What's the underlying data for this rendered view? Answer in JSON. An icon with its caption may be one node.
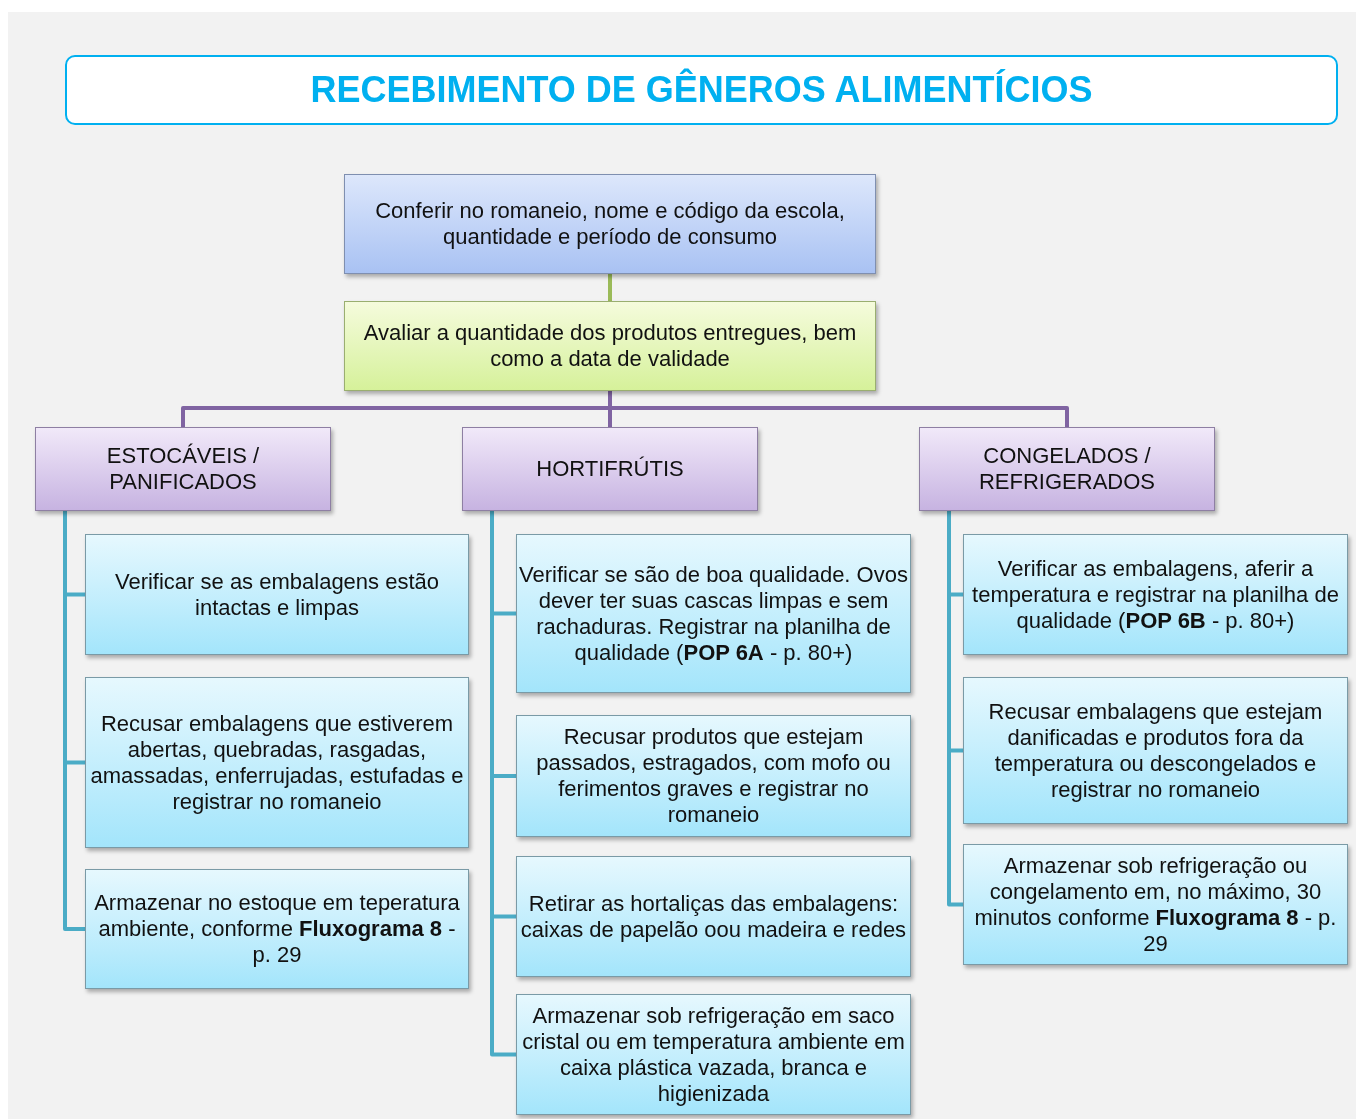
{
  "diagram": {
    "title": "RECEBIMENTO DE GÊNEROS ALIMENTÍCIOS",
    "nodes": [
      {
        "text": [
          "Conferir no romaneio, nome e código da escola, quantidade e período de consumo"
        ]
      },
      {
        "text": [
          "Avaliar a quantidade dos produtos entregues, bem como a data de validade"
        ]
      },
      {
        "text": [
          "ESTOCÁVEIS / PANIFICADOS"
        ]
      },
      {
        "text": [
          "HORTIFRÚTIS"
        ]
      },
      {
        "text": [
          "CONGELADOS / REFRIGERADOS"
        ]
      },
      {
        "text": [
          "Verificar se as embalagens estão intactas e limpas"
        ]
      },
      {
        "text": [
          "Recusar embalagens que estiverem abertas, quebradas, rasgadas, amassadas, enferrujadas, estufadas e registrar no romaneio"
        ]
      },
      {
        "text": [
          "Armazenar no estoque em teperatura ambiente, conforme **Fluxograma 8** - p. 29"
        ]
      },
      {
        "text": [
          "Verificar se são de boa qualidade. Ovos dever ter suas cascas limpas e sem rachaduras. Registrar na planilha de qualidade (**POP 6A** - p. 80+)"
        ]
      },
      {
        "text": [
          "Recusar produtos que estejam passados, estragados, com mofo ou ferimentos graves e registrar no romaneio"
        ]
      },
      {
        "text": [
          "Retirar as hortaliças das embalagens: caixas de papelão oou madeira e redes"
        ]
      },
      {
        "text": [
          "Armazenar sob refrigeração em saco cristal ou em temperatura ambiente em caixa plástica vazada, branca e higienizada"
        ]
      },
      {
        "text": [
          "Verificar as embalagens, aferir a temperatura e registrar na planilha de qualidade (**POP 6B** - p. 80+)"
        ]
      },
      {
        "text": [
          "Recusar embalagens que estejam danificadas e produtos fora da temperatura ou descongelados e registrar no romaneio"
        ]
      },
      {
        "text": [
          "Armazenar sob refrigeração ou congelamento em, no máximo, 30 minutos conforme **Fluxograma 8** - p. 29"
        ]
      }
    ],
    "edges": [
      {
        "from": 0,
        "to": 1,
        "arrow": "none",
        "color": "#9bbb59"
      },
      {
        "from": 1,
        "to": 2,
        "arrow": "none",
        "color": "#8064a2"
      },
      {
        "from": 1,
        "to": 3,
        "arrow": "none",
        "color": "#8064a2"
      },
      {
        "from": 1,
        "to": 4,
        "arrow": "none",
        "color": "#8064a2"
      },
      {
        "from": 2,
        "to": 5,
        "arrow": "none"
      },
      {
        "from": 2,
        "to": 6,
        "arrow": "none"
      },
      {
        "from": 2,
        "to": 7,
        "arrow": "none"
      },
      {
        "from": 3,
        "to": 8,
        "arrow": "none"
      },
      {
        "from": 3,
        "to": 9,
        "arrow": "none"
      },
      {
        "from": 3,
        "to": 10,
        "arrow": "none"
      },
      {
        "from": 3,
        "to": 11,
        "arrow": "none"
      },
      {
        "from": 4,
        "to": 12,
        "arrow": "none"
      },
      {
        "from": 4,
        "to": 13,
        "arrow": "none"
      },
      {
        "from": 4,
        "to": 14,
        "arrow": "none"
      }
    ]
  }
}
